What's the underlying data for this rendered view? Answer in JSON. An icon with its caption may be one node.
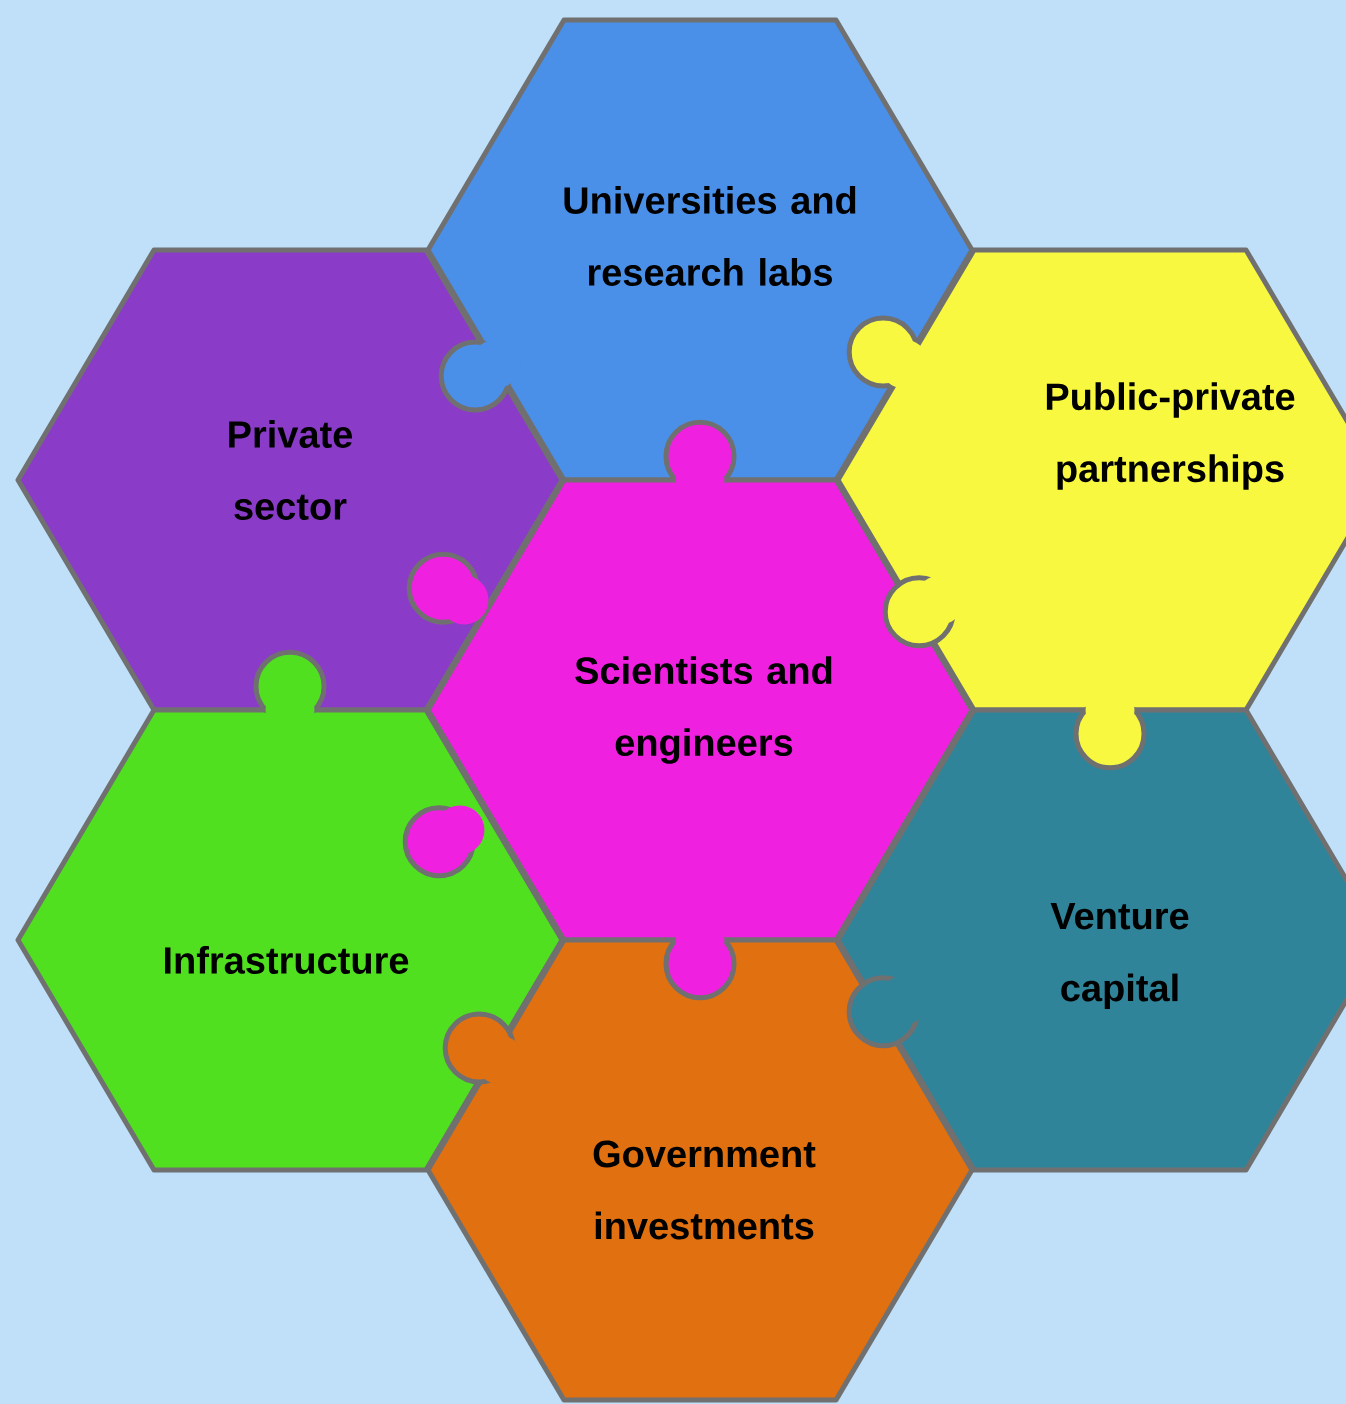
{
  "diagram": {
    "nodes": [
      {
        "text": [
          "Universities and research labs"
        ]
      },
      {
        "text": [
          "Private sector"
        ]
      },
      {
        "text": [
          "Public-private partnerships"
        ]
      },
      {
        "text": [
          "Scientists and engineers"
        ]
      },
      {
        "text": [
          "Infrastructure"
        ]
      },
      {
        "text": [
          "Venture capital"
        ]
      },
      {
        "text": [
          "Government investments"
        ]
      }
    ]
  }
}
